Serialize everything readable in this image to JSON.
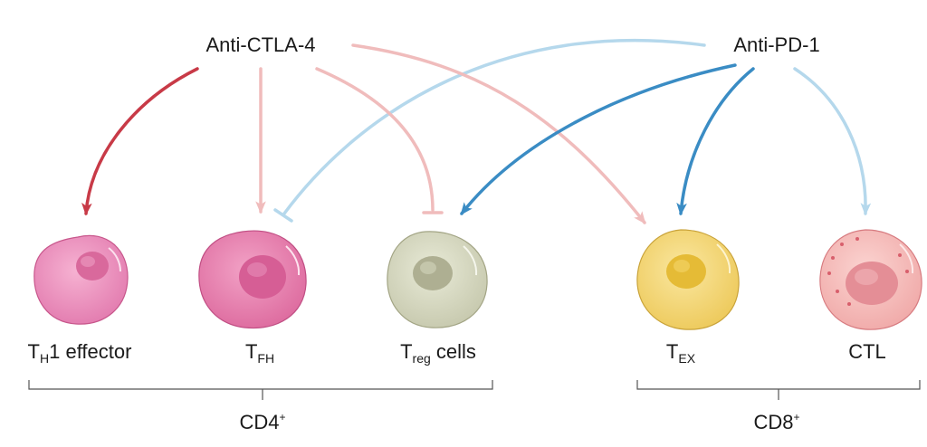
{
  "drugs": {
    "ctla4": "Anti-CTLA-4",
    "pd1": "Anti-PD-1"
  },
  "cells": [
    {
      "main": "T",
      "sub": "H",
      "rest": "1 effector"
    },
    {
      "main": "T",
      "sub": "FH",
      "rest": ""
    },
    {
      "main": "T",
      "sub": "reg",
      "rest": " cells"
    },
    {
      "main": "T",
      "sub": "EX",
      "rest": ""
    },
    {
      "main": "CTL",
      "sub": "",
      "rest": ""
    }
  ],
  "groups": {
    "cd4": {
      "main": "CD4",
      "sup": "+"
    },
    "cd8": {
      "main": "CD8",
      "sup": "+"
    }
  },
  "colors": {
    "ctla4_strong": "#c83a47",
    "ctla4_weak": "#f0bcbc",
    "pd1_strong": "#3a8cc4",
    "pd1_weak": "#b5d8ec"
  }
}
